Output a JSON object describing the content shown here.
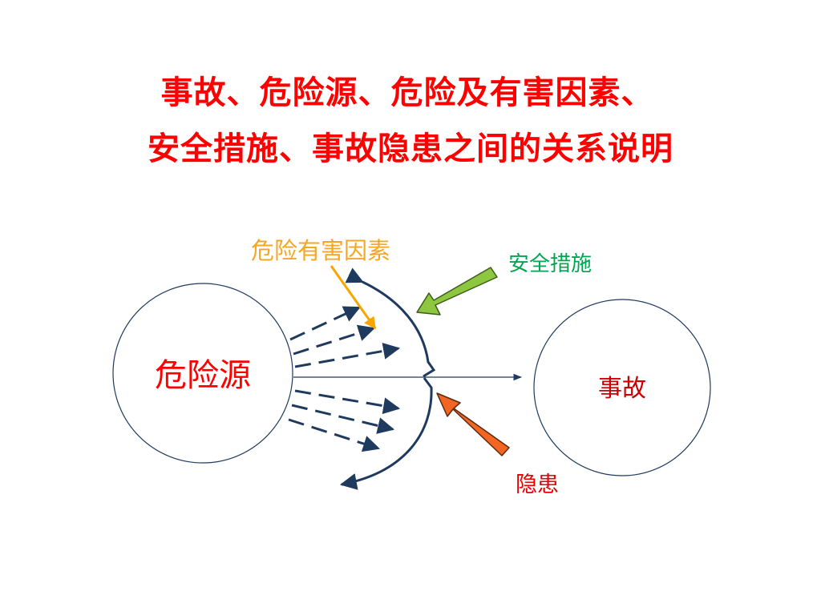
{
  "title": {
    "line1": "事故、危险源、危险及有害因素、",
    "line2": "安全措施、事故隐患之间的关系说明"
  },
  "labels": {
    "hazard_source": "危险源",
    "accident": "事故",
    "harmful_factors": "危险有害因素",
    "safety_measures": "安全措施",
    "hidden_danger": "隐患"
  },
  "colors": {
    "title": "#ff0000",
    "hazard_source_text": "#ff0000",
    "accident_text": "#cc0000",
    "harmful_factors_text": "#f5a623",
    "safety_measures_text": "#00a651",
    "hidden_danger_text": "#e60000",
    "safety_arrow": "#8dc63f",
    "hidden_danger_arrow": "#f26522",
    "harmful_arrow": "#f7a600",
    "dashed_arrows": "#1f3a5f",
    "barrier": "#1f3a5f"
  }
}
